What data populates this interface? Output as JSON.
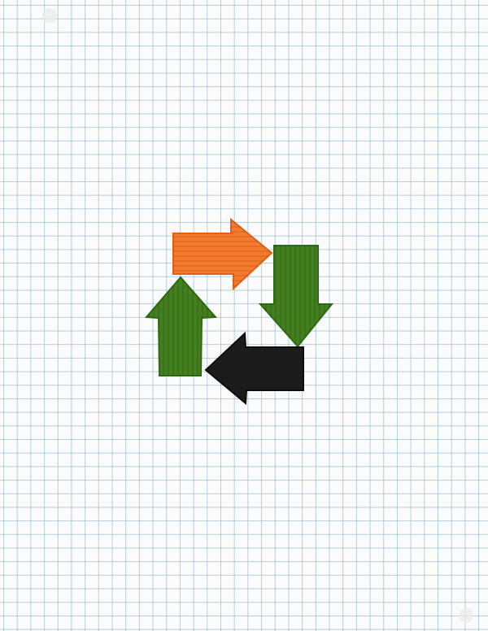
{
  "scene": {
    "description_colors": {
      "paper": "#fbfbfb",
      "grid_line": "#78aac3",
      "orange_arrow": "#f57a2c",
      "green_arrow": "#437f1f",
      "green_arrow_dark": "#2f6a14",
      "black_arrow": "#1a1a1a"
    },
    "arrows": [
      {
        "name": "orange-right-arrow",
        "direction": "right",
        "color": "#f57a2c"
      },
      {
        "name": "green-down-arrow",
        "direction": "down",
        "color": "#437f1f"
      },
      {
        "name": "black-left-arrow",
        "direction": "left",
        "color": "#1a1a1a"
      },
      {
        "name": "green-up-arrow",
        "direction": "up",
        "color": "#437f1f"
      }
    ]
  }
}
